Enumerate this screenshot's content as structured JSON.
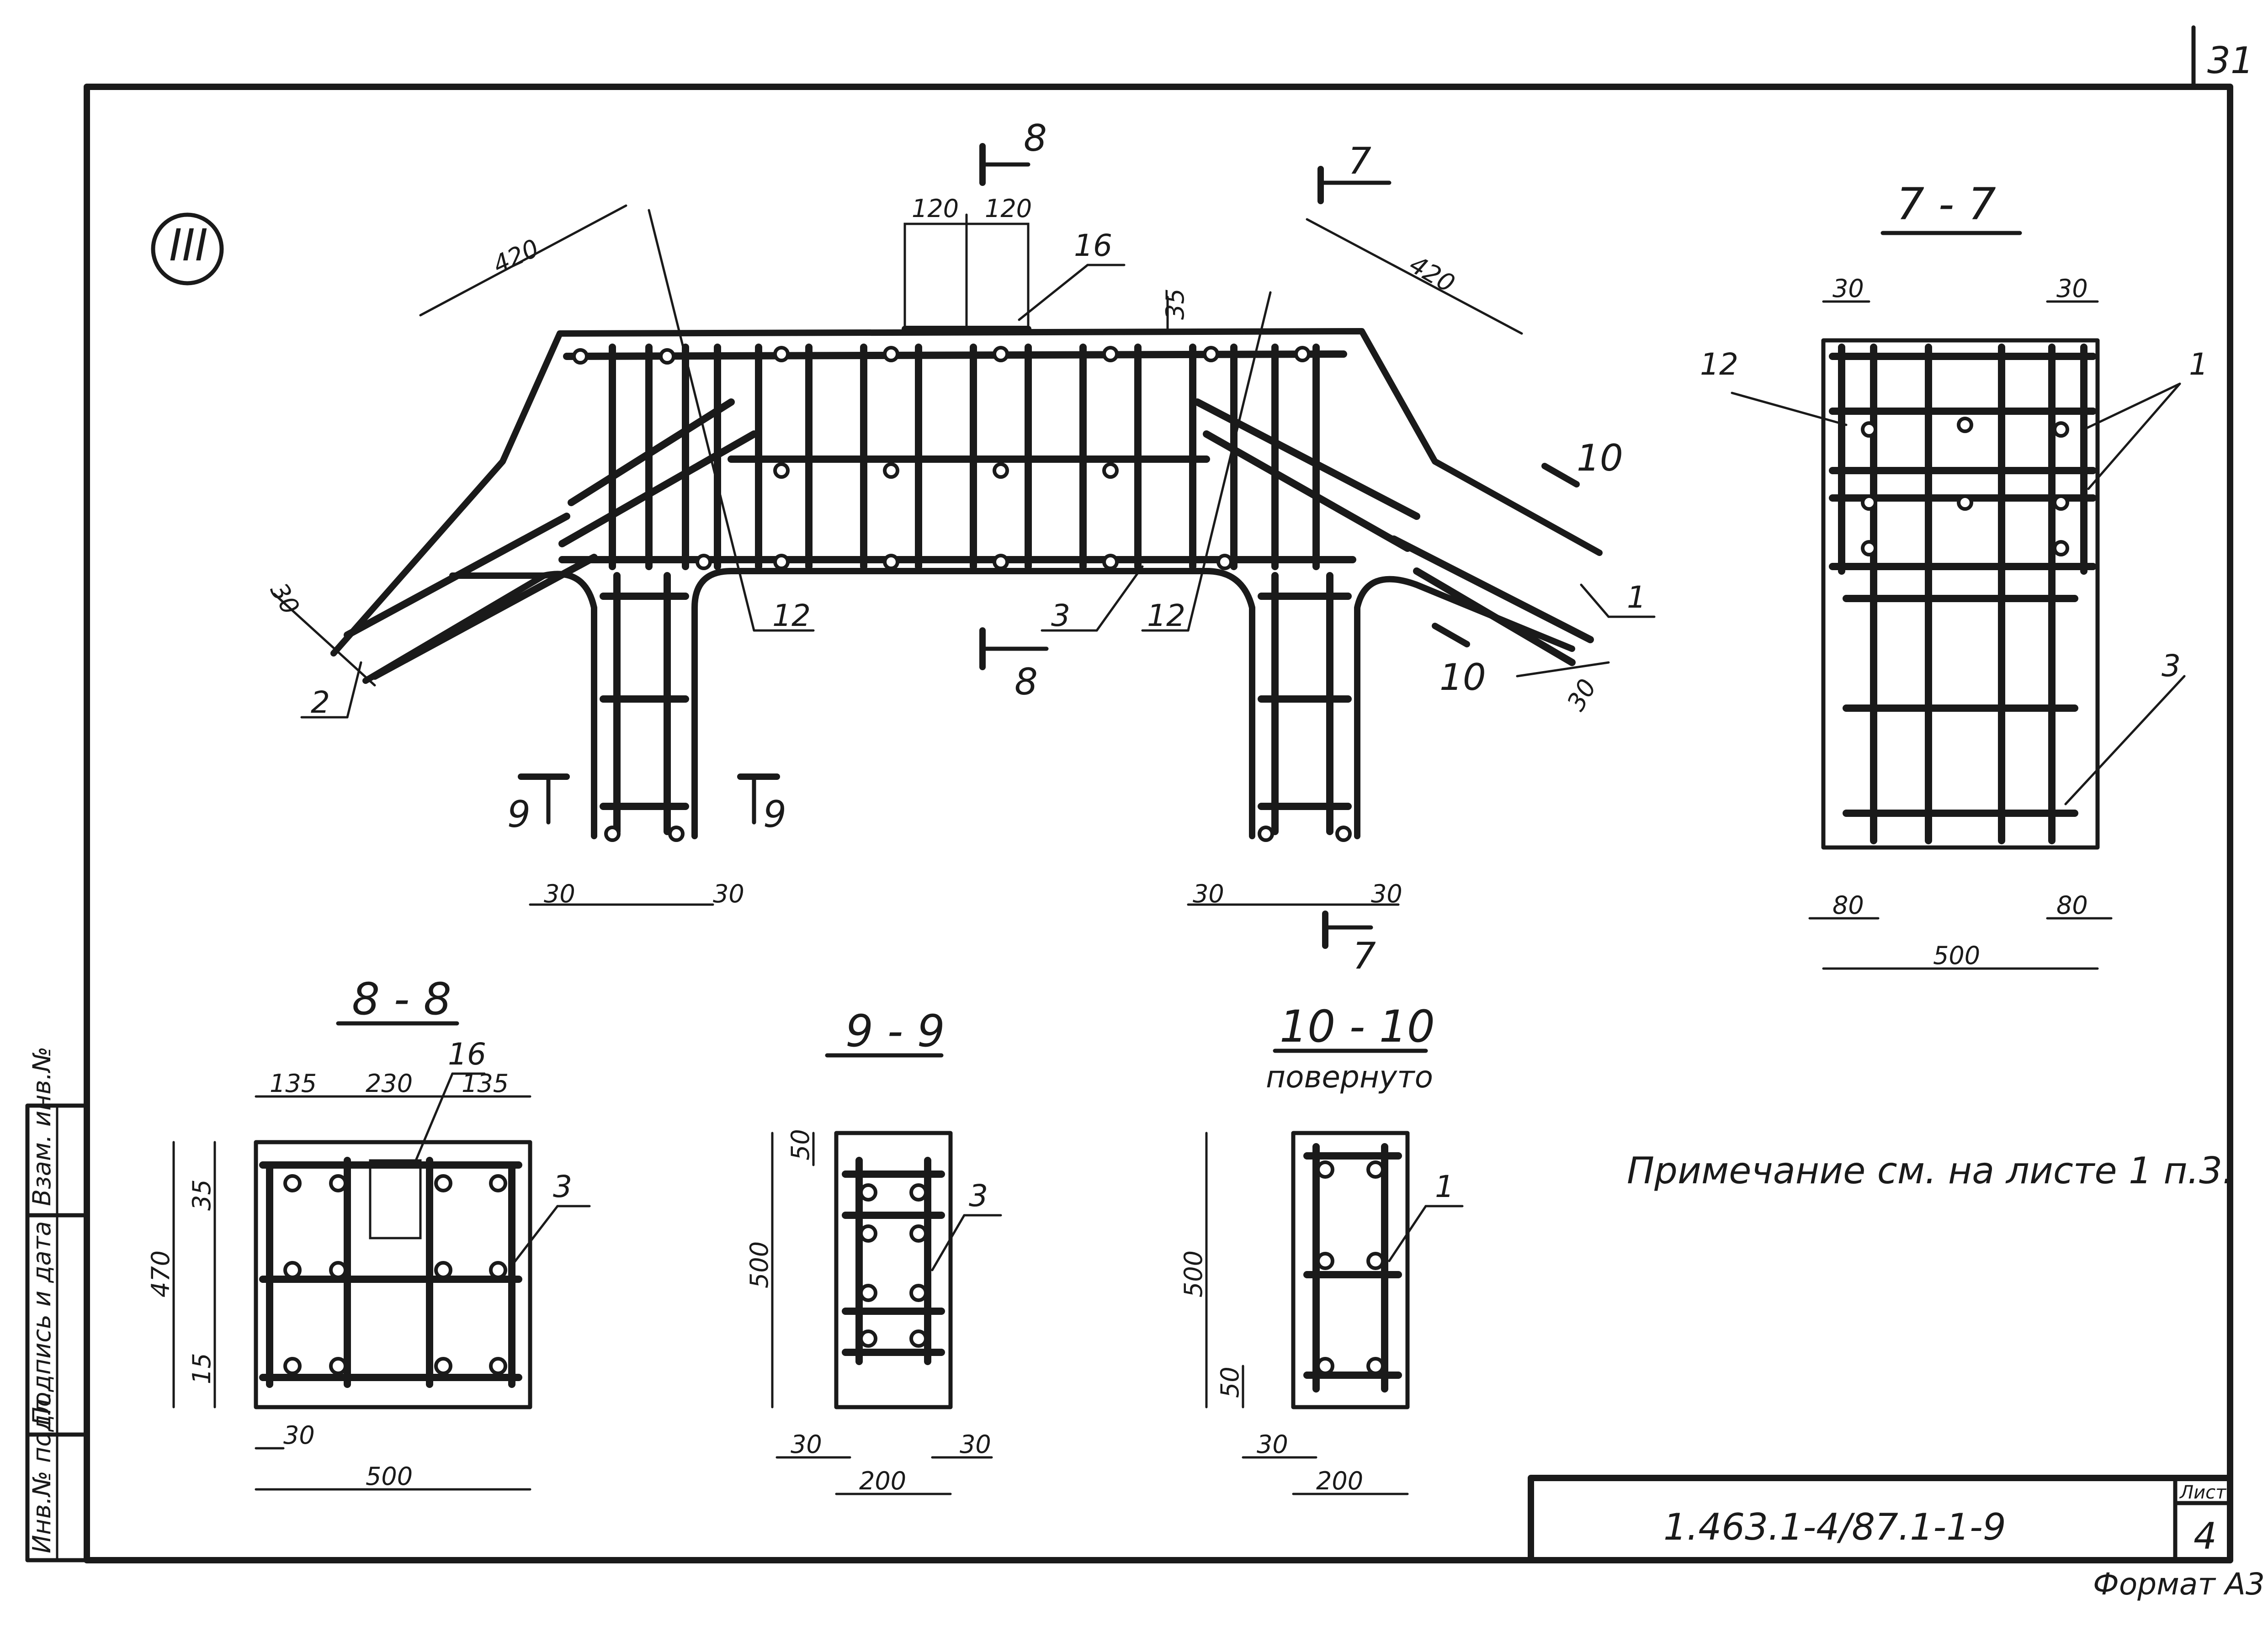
{
  "sheet": {
    "page_number": "31",
    "title_block_code": "1.463.1-4/87.1-1-9",
    "sheet_label": "Лист",
    "sheet_number": "4",
    "format": "Формат А3",
    "note": "Примечание см. на листе 1 п.3.",
    "side_stamp": [
      "Инв.№ подл.",
      "Подпись и дата",
      "Взам. инв.№"
    ]
  },
  "main_view": {
    "node_label": "III",
    "section_marks": [
      "8",
      "8",
      "7",
      "7",
      "9",
      "9",
      "10",
      "10"
    ],
    "dims": {
      "top_left_120": "120",
      "top_right_120": "120",
      "cover_35": "35",
      "left_420": "420",
      "right_420": "420",
      "left_30": "30",
      "right_30": "30",
      "leg_l_30a": "30",
      "leg_l_30b": "30",
      "leg_r_30a": "30",
      "leg_r_30b": "30"
    },
    "callouts": {
      "p16": "16",
      "p12a": "12",
      "p12b": "12",
      "p3": "3",
      "p2": "2",
      "p1": "1"
    }
  },
  "section_7_7": {
    "title": "7 - 7",
    "dims": {
      "top_l": "30",
      "top_r": "30",
      "bot_l": "80",
      "bot_r": "80",
      "width": "500"
    },
    "callouts": {
      "p12": "12",
      "p1": "1",
      "p3": "3"
    }
  },
  "section_8_8": {
    "title": "8 - 8",
    "dims": {
      "a": "135",
      "b": "230",
      "c": "135",
      "h": "470",
      "t": "35",
      "bt": "15",
      "side": "30",
      "width": "500"
    },
    "callouts": {
      "p16": "16",
      "p3": "3"
    }
  },
  "section_9_9": {
    "title": "9 - 9",
    "dims": {
      "t": "50",
      "h": "500",
      "l": "30",
      "r": "30",
      "width": "200"
    },
    "callouts": {
      "p3": "3"
    }
  },
  "section_10_10": {
    "title": "10 - 10",
    "subtitle": "повернуто",
    "dims": {
      "h": "500",
      "b": "50",
      "l": "30",
      "width": "200"
    },
    "callouts": {
      "p1": "1"
    }
  }
}
